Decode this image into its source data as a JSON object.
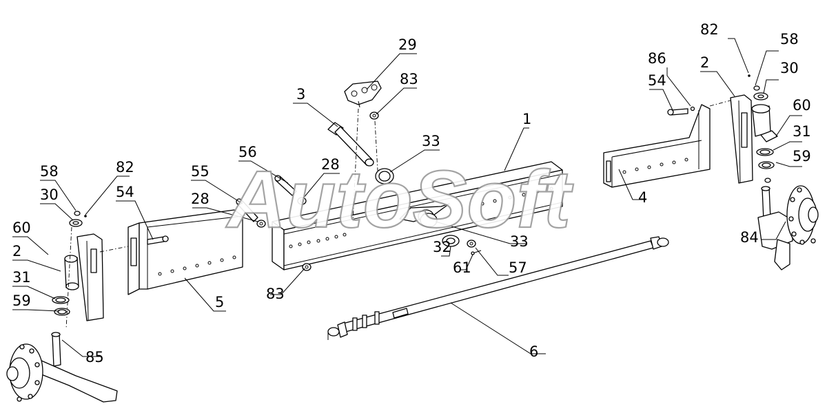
{
  "watermark": "AutoSoft",
  "callouts": [
    {
      "id": "l29",
      "text": "29"
    },
    {
      "id": "l83a",
      "text": "83"
    },
    {
      "id": "l3",
      "text": "3"
    },
    {
      "id": "l33a",
      "text": "33"
    },
    {
      "id": "l1",
      "text": "1"
    },
    {
      "id": "l56",
      "text": "56"
    },
    {
      "id": "l28a",
      "text": "28"
    },
    {
      "id": "l55",
      "text": "55"
    },
    {
      "id": "l28b",
      "text": "28"
    },
    {
      "id": "l54a",
      "text": "54"
    },
    {
      "id": "l58a",
      "text": "58"
    },
    {
      "id": "l82a",
      "text": "82"
    },
    {
      "id": "l30a",
      "text": "30"
    },
    {
      "id": "l60a",
      "text": "60"
    },
    {
      "id": "l2a",
      "text": "2"
    },
    {
      "id": "l31a",
      "text": "31"
    },
    {
      "id": "l59a",
      "text": "59"
    },
    {
      "id": "l85",
      "text": "85"
    },
    {
      "id": "l5",
      "text": "5"
    },
    {
      "id": "l83b",
      "text": "83"
    },
    {
      "id": "l32",
      "text": "32"
    },
    {
      "id": "l61",
      "text": "61"
    },
    {
      "id": "l57",
      "text": "57"
    },
    {
      "id": "l33b",
      "text": "33"
    },
    {
      "id": "l6",
      "text": "6"
    },
    {
      "id": "l86",
      "text": "86"
    },
    {
      "id": "l54b",
      "text": "54"
    },
    {
      "id": "l2b",
      "text": "2"
    },
    {
      "id": "l82b",
      "text": "82"
    },
    {
      "id": "l58b",
      "text": "58"
    },
    {
      "id": "l30b",
      "text": "30"
    },
    {
      "id": "l60b",
      "text": "60"
    },
    {
      "id": "l31b",
      "text": "31"
    },
    {
      "id": "l59b",
      "text": "59"
    },
    {
      "id": "l4",
      "text": "4"
    },
    {
      "id": "l84",
      "text": "84"
    }
  ]
}
